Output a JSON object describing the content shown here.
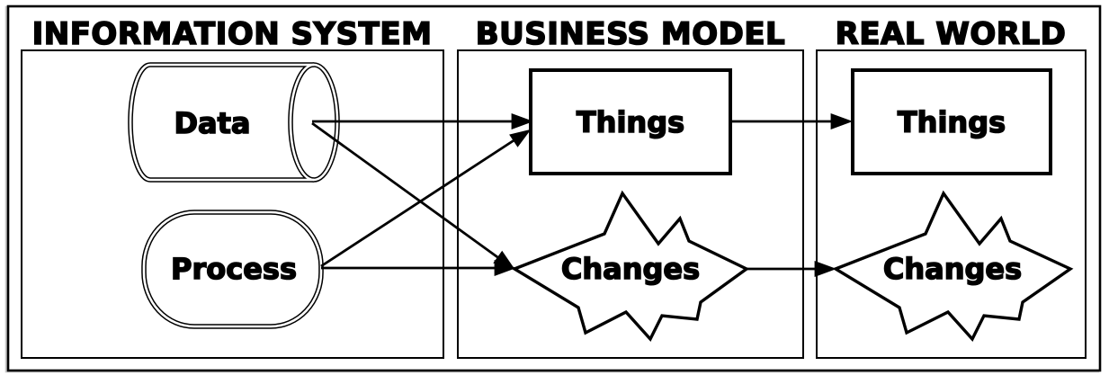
{
  "diagram": {
    "title_row": {
      "information_system": "INFORMATION SYSTEM",
      "business_model": "BUSINESS MODEL",
      "real_world": "REAL WORLD"
    },
    "sections": [
      {
        "id": "information-system",
        "title": "INFORMATION SYSTEM",
        "shapes": [
          {
            "id": "data",
            "label": "Data",
            "shape": "cylinder-horizontal-double-outline"
          },
          {
            "id": "process",
            "label": "Process",
            "shape": "stadium-double-outline"
          }
        ]
      },
      {
        "id": "business-model",
        "title": "BUSINESS MODEL",
        "shapes": [
          {
            "id": "bm-things",
            "label": "Things",
            "shape": "rectangle"
          },
          {
            "id": "bm-changes",
            "label": "Changes",
            "shape": "starburst"
          }
        ]
      },
      {
        "id": "real-world",
        "title": "REAL WORLD",
        "shapes": [
          {
            "id": "rw-things",
            "label": "Things",
            "shape": "rectangle"
          },
          {
            "id": "rw-changes",
            "label": "Changes",
            "shape": "starburst"
          }
        ]
      }
    ],
    "connections": [
      {
        "from": "data",
        "to": "bm-things",
        "style": "arrow"
      },
      {
        "from": "data",
        "to": "bm-changes",
        "style": "arrow"
      },
      {
        "from": "process",
        "to": "bm-things",
        "style": "arrow"
      },
      {
        "from": "process",
        "to": "bm-changes",
        "style": "arrow"
      },
      {
        "from": "bm-things",
        "to": "rw-things",
        "style": "arrow"
      },
      {
        "from": "bm-changes",
        "to": "rw-changes",
        "style": "arrow"
      }
    ],
    "colors": {
      "stroke": "#000000",
      "fill": "#ffffff",
      "shadow": "#c6c6c6"
    }
  }
}
